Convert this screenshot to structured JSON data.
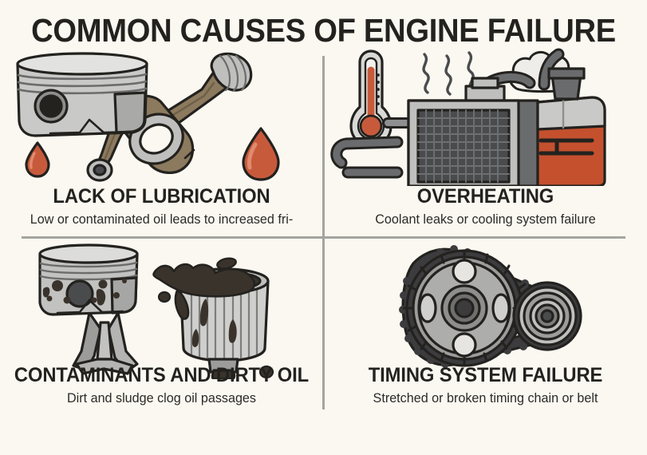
{
  "poster": {
    "title": "COMMON CAUSES OF ENGINE FAILURE",
    "background_color": "#FBF8F1",
    "ink_color": "#23221F",
    "divider_color": "#A6A49F",
    "accent_red": "#C85A3C",
    "accent_orange": "#C4502E",
    "metal_light": "#D6D6D4",
    "metal_mid": "#9C9C9A",
    "metal_dark": "#4A4B4D",
    "sludge_color": "#3A332C",
    "rod_bronze": "#8C7A5E"
  },
  "sections": [
    {
      "id": "lack-of-lubrication",
      "title": "LACK OF LUBRICATION",
      "subtitle": "Low or contaminated oil leads to increased fri-",
      "icon": "piston-connecting-rod-with-oil-drops-icon"
    },
    {
      "id": "overheating",
      "title": "OVERHEATING",
      "subtitle": "Coolant leaks or cooling system failure",
      "icon": "radiator-thermometer-steam-icon"
    },
    {
      "id": "contaminants-and-dirty-oil",
      "title": "CONTAMINANTS AND DIRTY OIL",
      "subtitle": "Dirt and sludge clog oil passages",
      "icon": "dirty-piston-and-clogged-oil-filter-icon"
    },
    {
      "id": "timing-system-failure",
      "title": "TIMING SYSTEM FAILURE",
      "subtitle": "Stretched or broken timing chain or belt",
      "icon": "timing-belt-sprockets-icon"
    }
  ]
}
